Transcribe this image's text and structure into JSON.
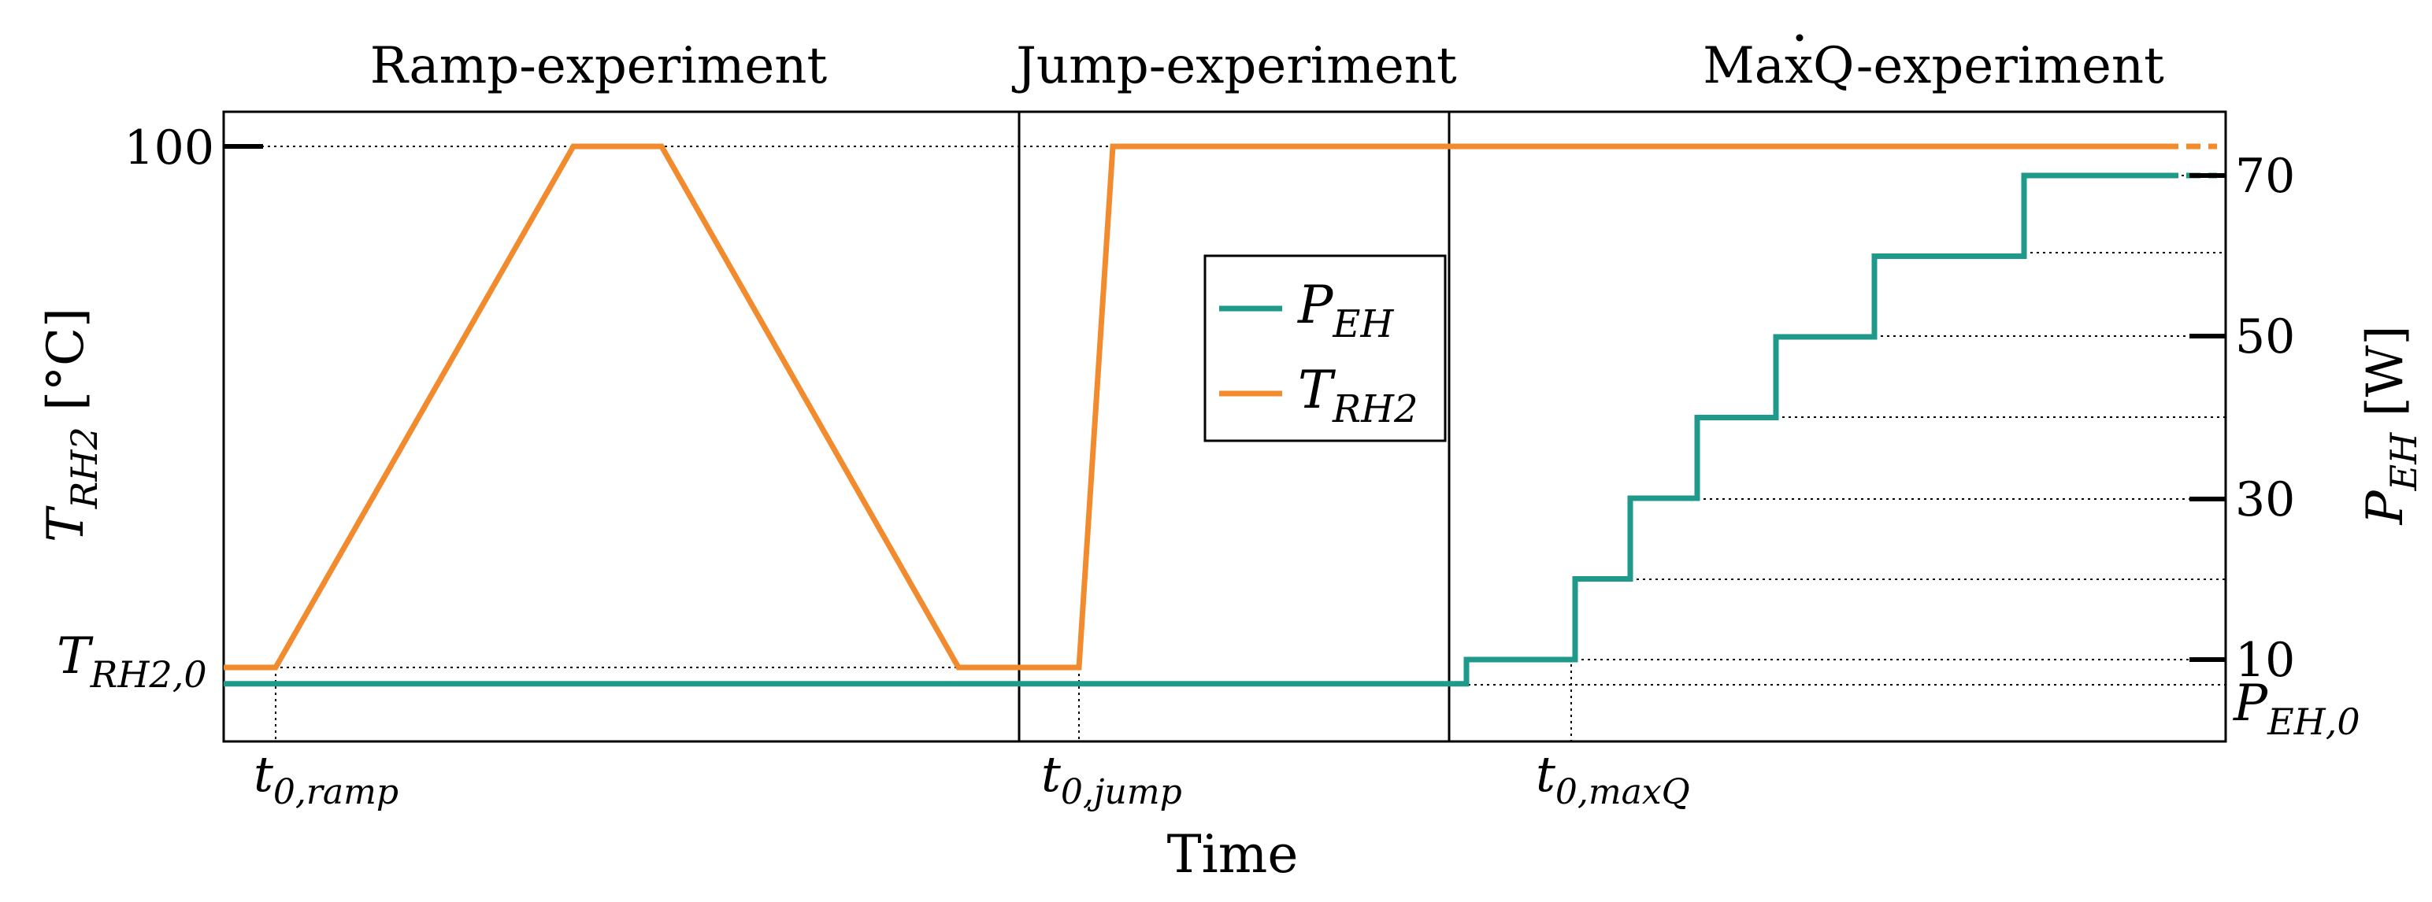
{
  "colors": {
    "p_eh": "#1f9a8a",
    "t_rh2": "#f28a2e",
    "axis": "#000000"
  },
  "chart_data": {
    "type": "line",
    "x_axis": {
      "label": "Time",
      "ticks": []
    },
    "panels": [
      {
        "title_prefix": "Ramp-experiment",
        "title_suffix": "",
        "t0": {
          "main": "t",
          "sub": "0,ramp"
        }
      },
      {
        "title_prefix": "Jump-experiment",
        "title_suffix": "",
        "t0": {
          "main": "t",
          "sub": "0,jump"
        }
      },
      {
        "title_prefix": "Max",
        "title_dot_letter": "Q",
        "title_suffix": "-experiment",
        "t0": {
          "main": "t",
          "sub": "0,maxQ"
        }
      }
    ],
    "left_axis": {
      "label": {
        "main": "T",
        "sub": "RH2",
        "unit": " [°C]"
      },
      "ticks": [
        {
          "label": "100",
          "value": 100
        }
      ],
      "base_label": {
        "main": "T",
        "sub": "RH2,0"
      },
      "base_value": 25
    },
    "right_axis": {
      "label": {
        "main": "P",
        "sub": "EH",
        "unit": " [W]"
      },
      "ticks": [
        {
          "label": "70",
          "value": 70
        },
        {
          "label": "50",
          "value": 50
        },
        {
          "label": "30",
          "value": 30
        },
        {
          "label": "10",
          "value": 10
        }
      ],
      "base_label": {
        "main": "P",
        "sub": "EH,0"
      },
      "base_value": 7
    },
    "series": [
      {
        "name": {
          "main": "P",
          "sub": "EH"
        },
        "color": "#1f9a8a",
        "steps_W": [
          7,
          10,
          20,
          30,
          40,
          50,
          60,
          70
        ]
      },
      {
        "name": {
          "main": "T",
          "sub": "RH2"
        },
        "color": "#f28a2e",
        "levels_C": [
          25,
          100
        ]
      }
    ],
    "legend": {
      "position": "center"
    },
    "grid": false
  }
}
